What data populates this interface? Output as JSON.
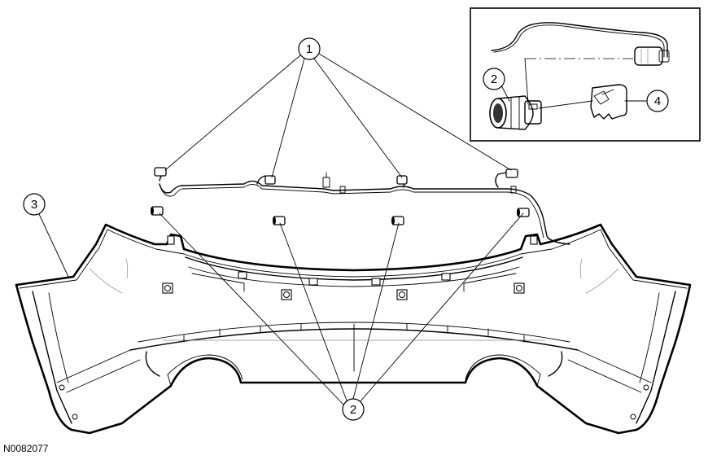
{
  "callouts": [
    {
      "id": "callout-1",
      "label": "1"
    },
    {
      "id": "callout-2a",
      "label": "2"
    },
    {
      "id": "callout-2b",
      "label": "2"
    },
    {
      "id": "callout-3",
      "label": "3"
    },
    {
      "id": "callout-4",
      "label": "4"
    }
  ],
  "reference_id": "N0082077"
}
